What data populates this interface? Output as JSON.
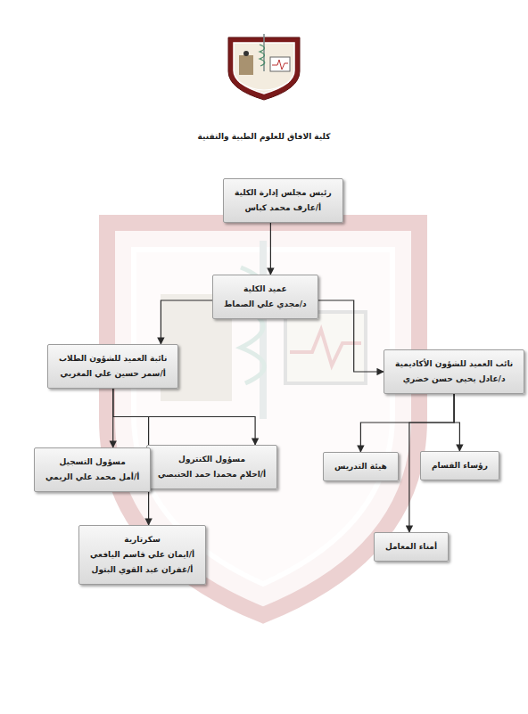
{
  "diagram": {
    "title": "كلية الافاق للعلوم الطبية والتقنية",
    "nodes": [
      {
        "text": [
          "رئيس مجلس إدارة الكلية",
          "أ/عارف محمد كباس"
        ]
      },
      {
        "text": [
          "عميد الكلية",
          "د/مجدي علي الصماط"
        ]
      },
      {
        "text": [
          "نائب العميد للشؤون الأكاديمية",
          "د/عادل يحيى حسن خضري"
        ]
      },
      {
        "text": [
          "نائبة العميد للشؤون الطلاب",
          "أ/سمر حسين علي المغربي"
        ]
      },
      {
        "text": [
          "رؤساء القسام"
        ]
      },
      {
        "text": [
          "هيئة التدريس"
        ]
      },
      {
        "text": [
          "مسؤول الكنترول",
          "أ/احلام محمدا حمد الحنبصي"
        ]
      },
      {
        "text": [
          "مسؤول التسجيل",
          "أ/أمل محمد علي الريمي"
        ]
      },
      {
        "text": [
          "أمناء المعامل"
        ]
      },
      {
        "text": [
          "سكرتارية",
          "أ/ايمان علي قاسم اليافعي",
          "أ/غفران عبد القوي البتول"
        ]
      }
    ],
    "edges": [
      {
        "from": 0,
        "to": 1,
        "arrow": "to"
      },
      {
        "from": 1,
        "to": 2,
        "arrow": "to"
      },
      {
        "from": 1,
        "to": 3,
        "arrow": "to"
      },
      {
        "from": 2,
        "to": 4,
        "arrow": "to"
      },
      {
        "from": 2,
        "to": 5,
        "arrow": "to"
      },
      {
        "from": 2,
        "to": 8,
        "arrow": "to"
      },
      {
        "from": 3,
        "to": 7,
        "arrow": "to"
      },
      {
        "from": 3,
        "to": 6,
        "arrow": "to"
      },
      {
        "from": 3,
        "to": 9,
        "arrow": "to"
      }
    ]
  }
}
